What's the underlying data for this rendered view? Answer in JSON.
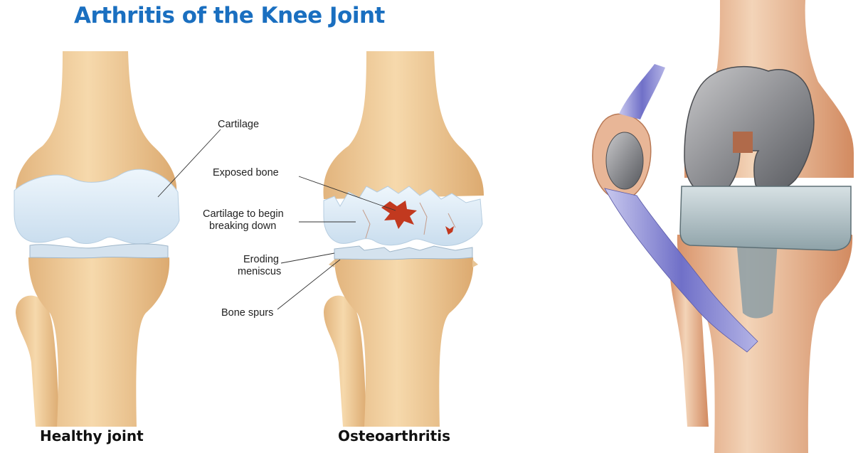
{
  "title": "Arthritis of the Knee Joint",
  "captions": {
    "healthy": "Healthy joint",
    "osteoarthritis": "Osteoarthritis"
  },
  "labels": {
    "cartilage": "Cartilage",
    "exposed_bone": "Exposed bone",
    "cartilage_breaking_1": "Cartilage to begin",
    "cartilage_breaking_2": "breaking down",
    "eroding_1": "Eroding",
    "eroding_2": "meniscus",
    "bone_spurs": "Bone spurs"
  }
}
